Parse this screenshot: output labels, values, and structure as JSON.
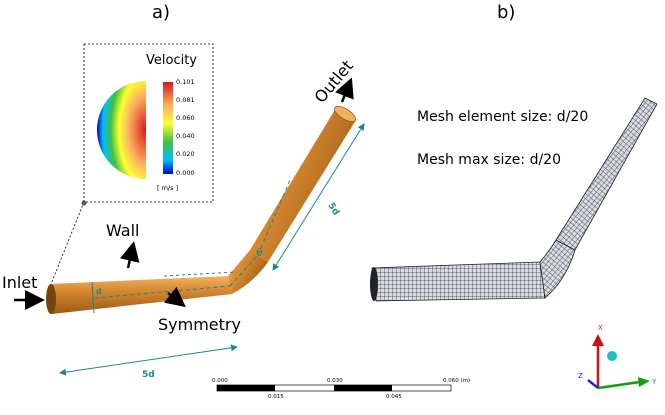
{
  "panels": {
    "a": "a)",
    "b": "b)"
  },
  "labels": {
    "inlet": "Inlet",
    "outlet": "Outlet",
    "wall": "Wall",
    "symmetry": "Symmetry"
  },
  "dimensions": {
    "diameter": "d",
    "length_upper": "5d",
    "length_lower": "5d",
    "angle": "θ"
  },
  "inset": {
    "title": "Velocity",
    "unit": "[ m/s ]",
    "ticks": [
      "0.101",
      "0.081",
      "0.060",
      "0.040",
      "0.020",
      "0.000"
    ],
    "colormap": [
      "#d7191c",
      "#fdae61",
      "#ffff33",
      "#1a9641",
      "#00bfff",
      "#0000cc"
    ]
  },
  "mesh": {
    "element_size": "Mesh element size: d/20",
    "max_size": "Mesh max size: d/20"
  },
  "scale_bar": {
    "top_labels": [
      "0.000",
      "0.030",
      "0.060 (m)"
    ],
    "bottom_labels": [
      "0.015",
      "0.045"
    ]
  },
  "triad": {
    "x": "X",
    "y": "Y",
    "z": "Z"
  },
  "colors": {
    "pipe": "#e08a2e",
    "dimension": "#1d8a8a",
    "mesh": "#3c3c48"
  }
}
